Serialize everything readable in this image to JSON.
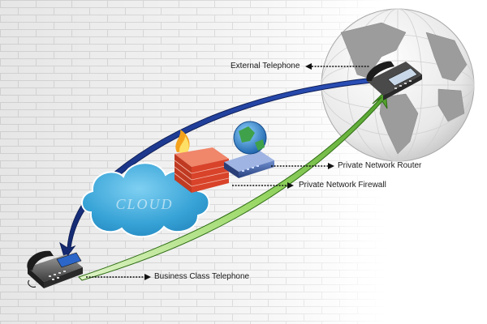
{
  "diagram": {
    "cloud_text": "CLOUD",
    "labels": {
      "external_telephone": "External Telephone",
      "private_network_router": "Private Network Router",
      "private_network_firewall": "Private Network Firewall",
      "business_class_telephone": "Business Class Telephone"
    },
    "icons": [
      "globe-icon",
      "telephone-icon",
      "firewall-icon",
      "router-icon",
      "cloud-icon"
    ],
    "colors": {
      "blue_arrow": "#1e3c9a",
      "green_arrow": "#7bc043",
      "cloud": "#36a2d6",
      "firewall_brick": "#d8432a",
      "label_text": "#1a1a1a"
    }
  }
}
